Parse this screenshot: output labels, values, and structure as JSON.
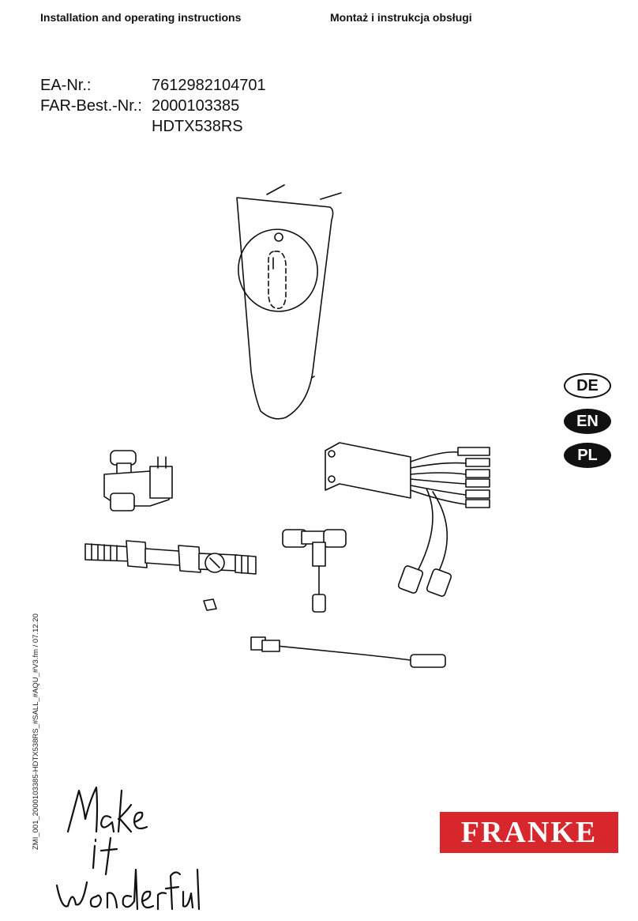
{
  "header": {
    "left": "Installation and operating instructions",
    "right": "Montaż i instrukcja obsługi"
  },
  "product": {
    "ean_label": "EA-Nr.:",
    "ean_value": "7612982104701",
    "far_label": "FAR-Best.-Nr.:",
    "far_value": "2000103385",
    "model": "HDTX538RS"
  },
  "languages": [
    {
      "code": "DE",
      "style": "outline"
    },
    {
      "code": "EN",
      "style": "filled"
    },
    {
      "code": "PL",
      "style": "filled"
    }
  ],
  "side_text": "ZMI_001_2000103385-HDTX538RS_#SALL_#AQU_#V3.fm / 07.12.20",
  "slogan_lines": [
    "Make",
    "it",
    "wonderful"
  ],
  "brand": {
    "name": "FRANKE",
    "color": "#d8262d"
  }
}
